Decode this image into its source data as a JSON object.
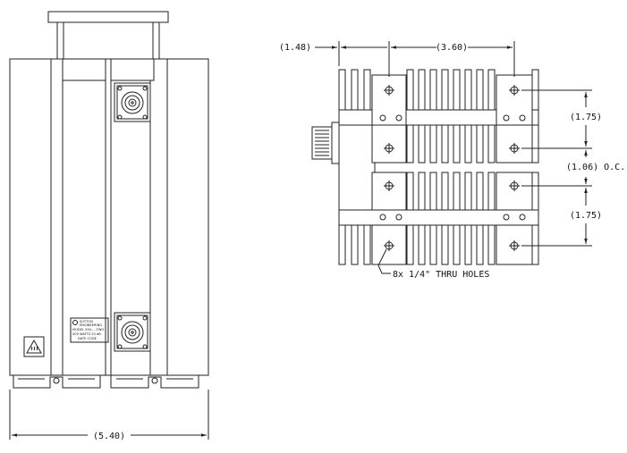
{
  "front_view": {
    "overall_width_label": "(5.40)",
    "nameplate_lines": [
      "SUTTON",
      "ENGINEERING",
      "MODEL 550-...-TWO",
      "500 WATTS  20 dB",
      "DATE CODE"
    ],
    "warning_icon": "hot-surface-warning-icon"
  },
  "side_view": {
    "dim_left": "(1.48)",
    "dim_top": "(3.60)",
    "dim_upper_spacing": "(1.75)",
    "dim_center_spacing": "(1.06) O.C.",
    "dim_lower_spacing": "(1.75)",
    "holes_note": "8x 1/4\" THRU HOLES"
  },
  "colors": {
    "line": "#222222",
    "background": "#ffffff"
  }
}
